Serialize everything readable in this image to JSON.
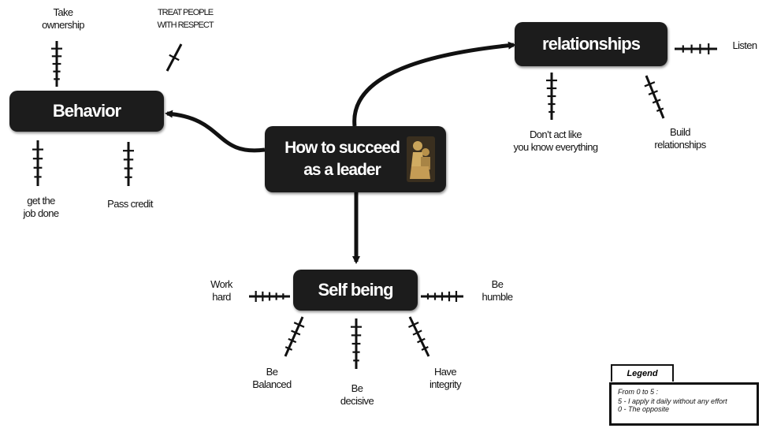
{
  "nodes": {
    "center": {
      "line1": "How to succeed",
      "line2": "as a leader"
    },
    "behavior": "Behavior",
    "relationships": "relationships",
    "self_being": "Self being"
  },
  "ratings": {
    "take_ownership": {
      "label": "Take\nownership",
      "score": 5
    },
    "treat_people": {
      "label": "TREAT PEOPLE\nWITH RESPECT",
      "score": 1
    },
    "get_job_done": {
      "label": "get the\njob done",
      "score": 4
    },
    "pass_credit": {
      "label": "Pass credit",
      "score": 4
    },
    "listen": {
      "label": "Listen",
      "score": 4
    },
    "dont_act": {
      "label": "Don’t act like\nyou know everything",
      "score": 5
    },
    "build_relationships": {
      "label": "Build\nrelationships",
      "score": 4
    },
    "work_hard": {
      "label": "Work\nhard",
      "score": 5
    },
    "be_humble": {
      "label": "Be\nhumble",
      "score": 5
    },
    "be_balanced": {
      "label": "Be\nBalanced",
      "score": 4
    },
    "be_decisive": {
      "label": "Be\ndecisive",
      "score": 5
    },
    "have_integrity": {
      "label": "Have\nintegrity",
      "score": 4
    }
  },
  "legend": {
    "title": "Legend",
    "line1": "From 0 to 5 :",
    "line2": "5 -  I apply it daily without any effort",
    "line3": "0 -  The opposite"
  },
  "colors": {
    "node_bg": "#1c1c1c",
    "node_text": "#ffffff",
    "ink": "#111111"
  },
  "icons": {
    "center_image": "leader-figure-icon"
  }
}
